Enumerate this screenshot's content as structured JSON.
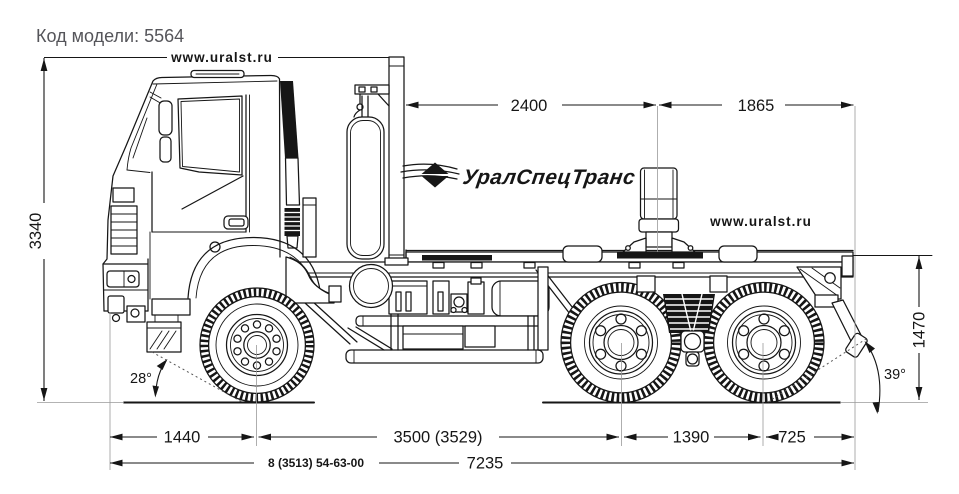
{
  "page": {
    "background": "#ffffff",
    "description": "Dimensional side-view drawing of a 6x6 hooklift truck chassis"
  },
  "colors": {
    "ink": "#161616",
    "graytext": "#55555a",
    "lightline": "#9a9a9a",
    "paper": "#ffffff"
  },
  "header": {
    "model_code": "Код модели: 5564"
  },
  "branding": {
    "site_url_top": "www.uralst.ru",
    "site_url_right": "www.uralst.ru",
    "logo_text": "УралСпецТранс",
    "logo_icon": "double-triangle-with-swoosh"
  },
  "dimensions": {
    "top": [
      {
        "label": "2400"
      },
      {
        "label": "1865"
      }
    ],
    "height_overall": "3340",
    "height_rear": "1470",
    "bottom": [
      {
        "label": "1440"
      },
      {
        "label": "3500 (3529)"
      },
      {
        "label": "1390"
      },
      {
        "label": "725"
      }
    ],
    "overall_length": "7235",
    "phone": "8 (3513) 54-63-00",
    "approach_angle": "28°",
    "departure_angle": "39°"
  }
}
